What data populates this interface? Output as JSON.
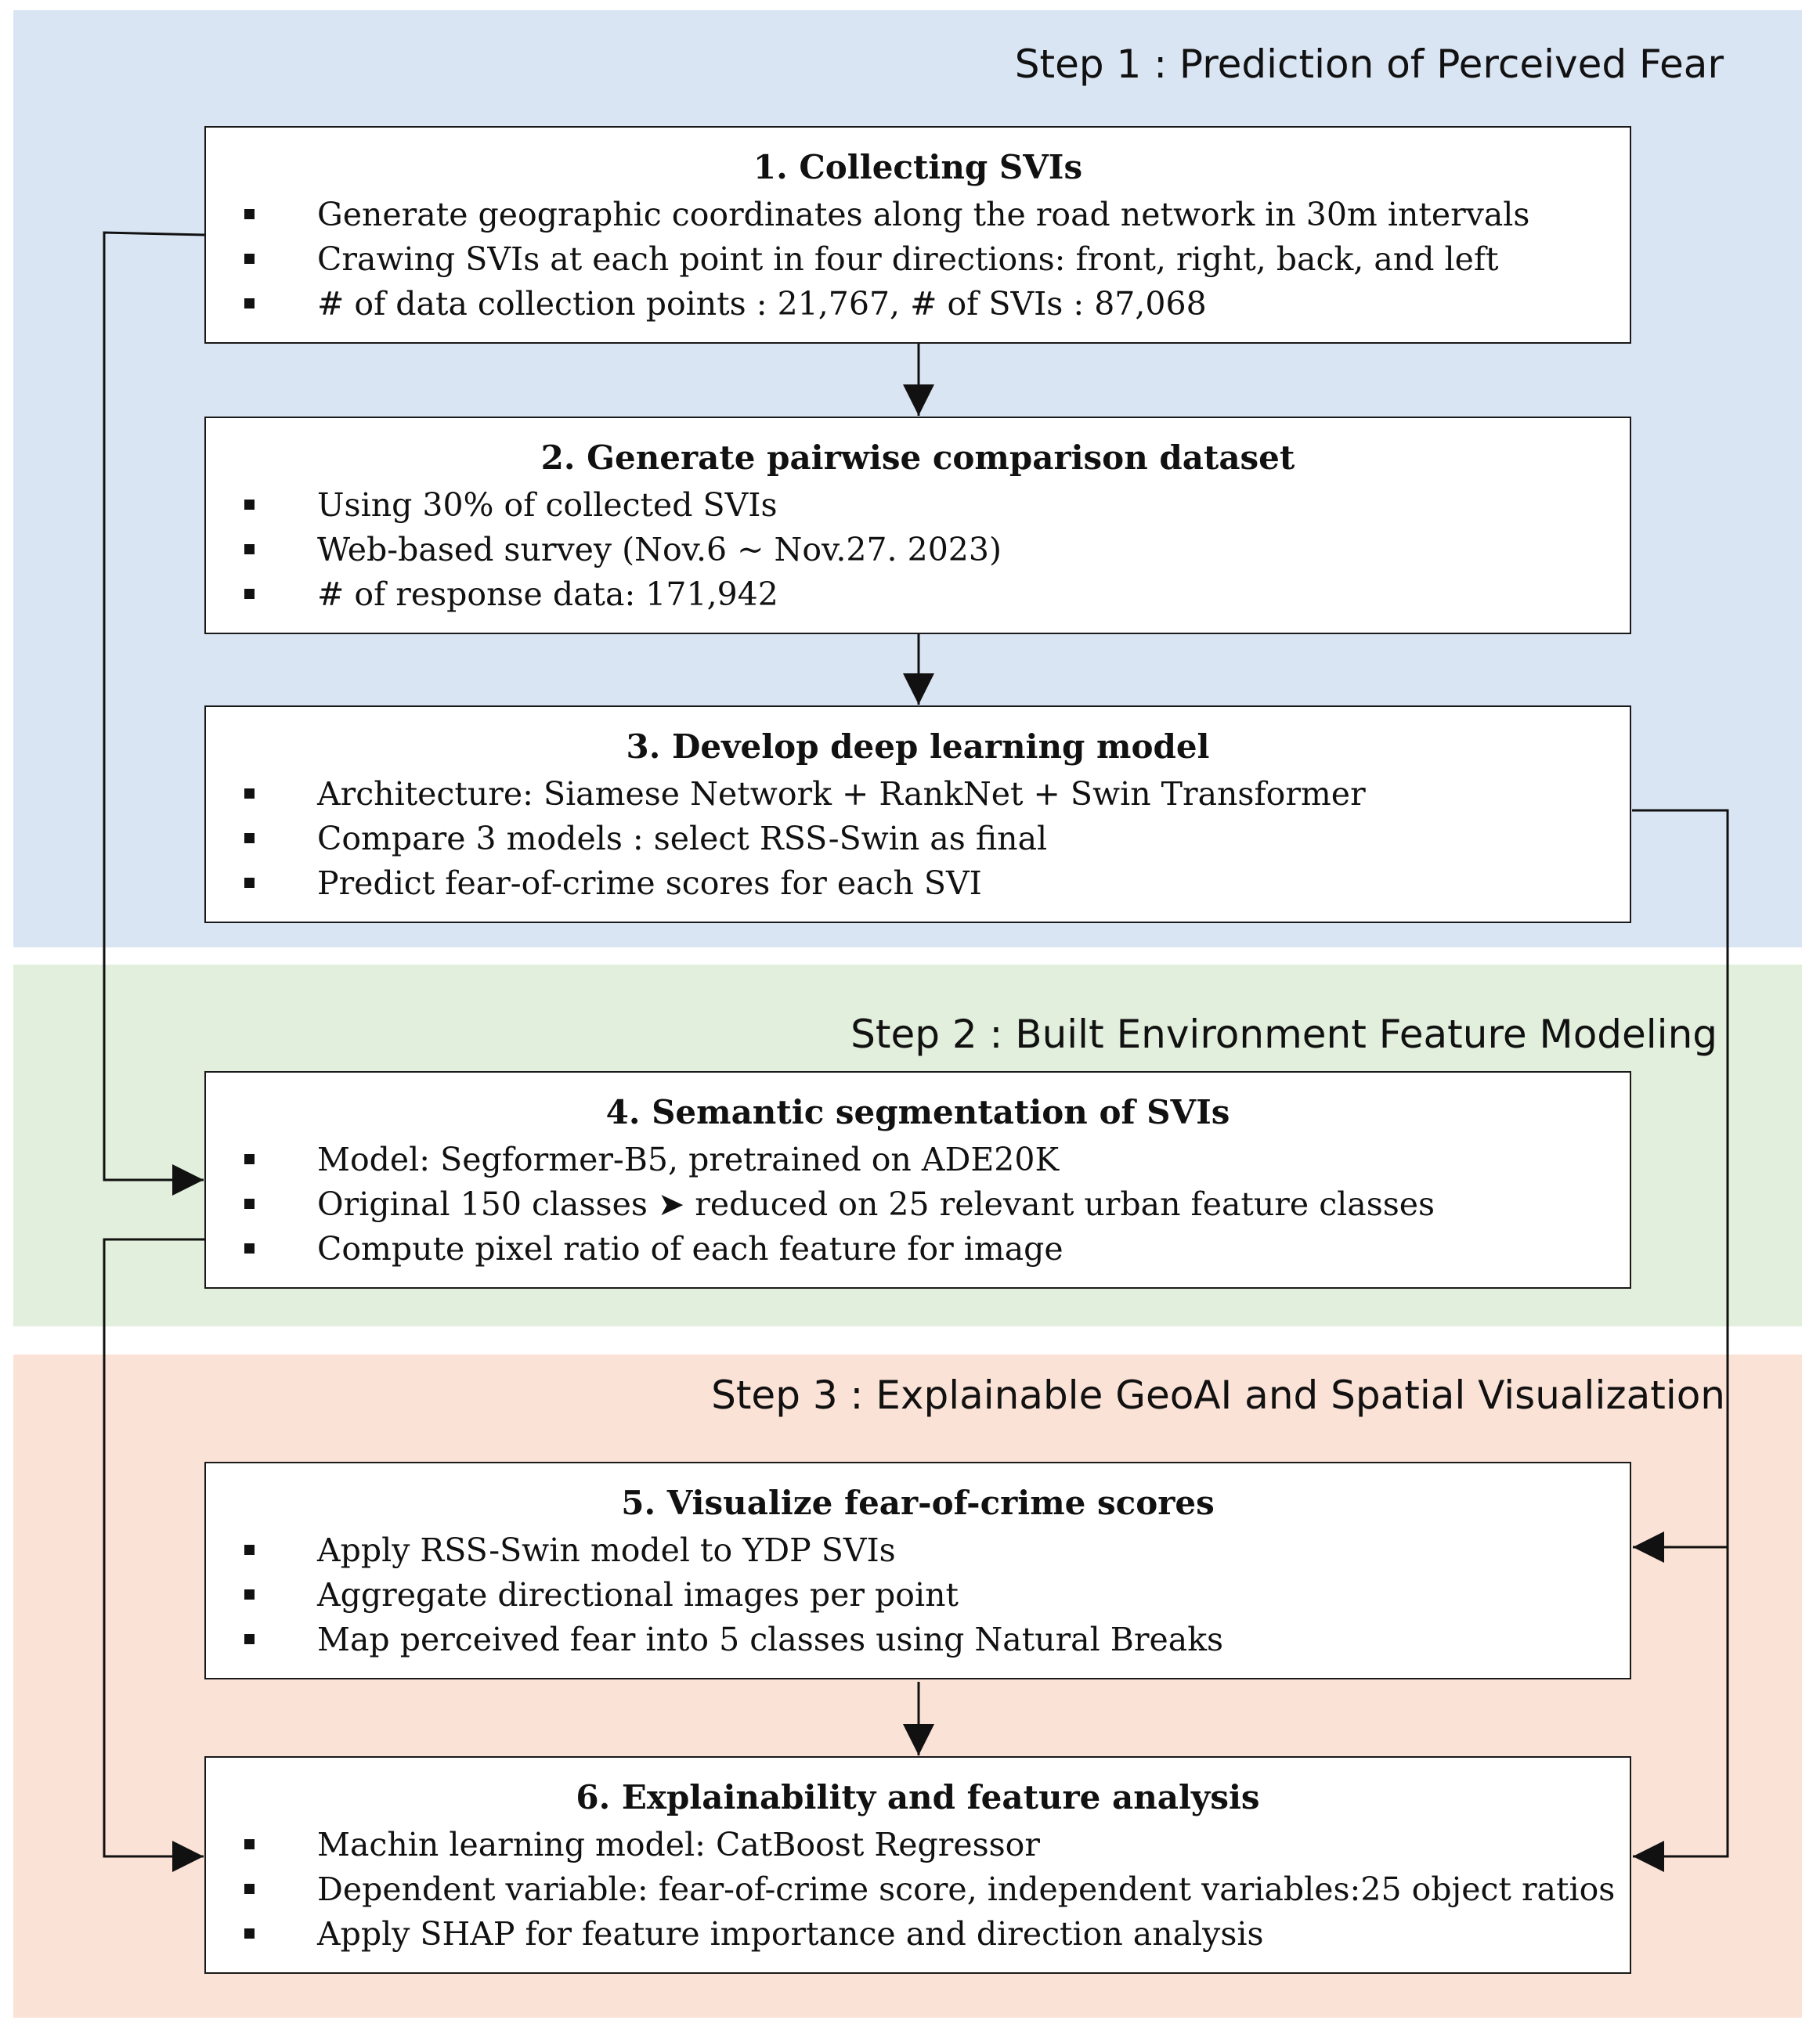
{
  "colors": {
    "step1_bg": "#dae5f4",
    "step2_bg": "#e1efdc",
    "step3_bg": "#fbe2d6",
    "line": "#111111"
  },
  "steps": [
    {
      "title": "Step 1 : Prediction of Perceived Fear",
      "boxes": [
        {
          "title": "1. Collecting SVIs",
          "items": [
            "Generate geographic coordinates along the road network in 30m intervals",
            "Crawing SVIs at each point in four directions: front, right, back, and left",
            "# of data collection points : 21,767, # of SVIs : 87,068"
          ]
        },
        {
          "title": "2. Generate pairwise comparison dataset",
          "items": [
            "Using 30% of collected SVIs",
            "Web-based survey (Nov.6 ~ Nov.27. 2023)",
            "# of response data: 171,942"
          ]
        },
        {
          "title": "3. Develop deep learning model",
          "items": [
            "Architecture: Siamese Network + RankNet + Swin Transformer",
            "Compare 3 models : select RSS-Swin as final",
            "Predict fear-of-crime scores for each SVI"
          ]
        }
      ]
    },
    {
      "title": "Step 2 : Built Environment Feature Modeling",
      "boxes": [
        {
          "title": "4. Semantic segmentation of SVIs",
          "items": [
            "Model: Segformer-B5, pretrained on ADE20K",
            "Original 150 classes ➤ reduced on 25 relevant urban feature classes",
            "Compute pixel ratio of each feature for image"
          ]
        }
      ]
    },
    {
      "title": "Step 3 : Explainable GeoAI and Spatial Visualization",
      "boxes": [
        {
          "title": "5. Visualize fear-of-crime scores",
          "items": [
            "Apply RSS-Swin model to YDP SVIs",
            "Aggregate directional images per point",
            "Map perceived fear into 5 classes using Natural Breaks"
          ]
        },
        {
          "title": "6. Explainability and feature analysis",
          "items": [
            "Machin learning model: CatBoost Regressor",
            "Dependent variable: fear-of-crime score, independent variables:25 object ratios",
            "Apply SHAP for feature importance and direction analysis"
          ]
        }
      ]
    }
  ]
}
